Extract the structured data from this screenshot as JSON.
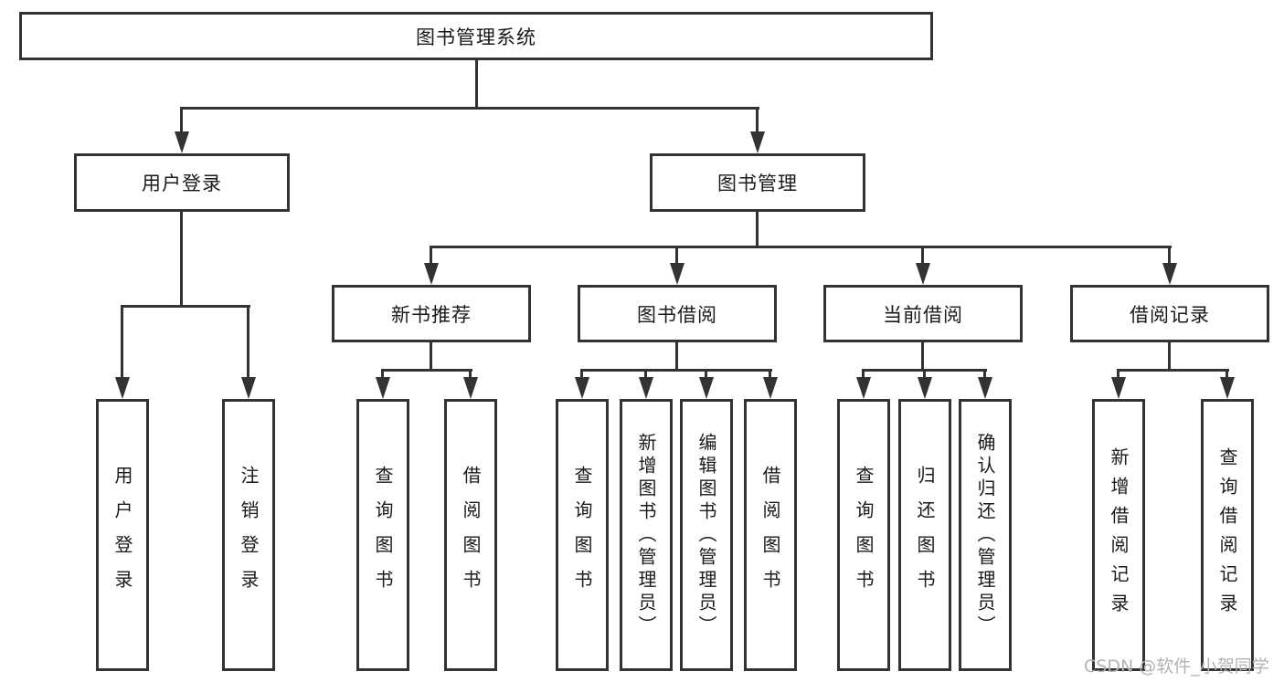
{
  "nodes": {
    "root": {
      "label": "图书管理系统"
    },
    "user_login": {
      "label": "用户登录"
    },
    "book_mgmt": {
      "label": "图书管理"
    },
    "new_book_rec": {
      "label": "新书推荐"
    },
    "book_borrow": {
      "label": "图书借阅"
    },
    "current_borrow": {
      "label": "当前借阅"
    },
    "borrow_record": {
      "label": "借阅记录"
    },
    "leaf_user_login": {
      "label": "用户登录"
    },
    "leaf_logout": {
      "label": "注销登录"
    },
    "leaf_nb_query": {
      "label": "查询图书"
    },
    "leaf_nb_borrow": {
      "label": "借阅图书"
    },
    "leaf_bb_query": {
      "label": "查询图书"
    },
    "leaf_bb_add": {
      "label": "新增图书（管理员）"
    },
    "leaf_bb_edit": {
      "label": "编辑图书（管理员）"
    },
    "leaf_bb_borrow": {
      "label": "借阅图书"
    },
    "leaf_cb_query": {
      "label": "查询图书"
    },
    "leaf_cb_return": {
      "label": "归还图书"
    },
    "leaf_cb_confirm": {
      "label": "确认归还（管理员）"
    },
    "leaf_br_add": {
      "label": "新增借阅记录"
    },
    "leaf_br_query": {
      "label": "查询借阅记录"
    }
  },
  "watermark": "CSDN @软件_小贺同学",
  "colors": {
    "line": "#333333",
    "box_border": "#333333",
    "text": "#1a1a1a",
    "watermark": "#b3b3b3",
    "background": "#ffffff"
  }
}
